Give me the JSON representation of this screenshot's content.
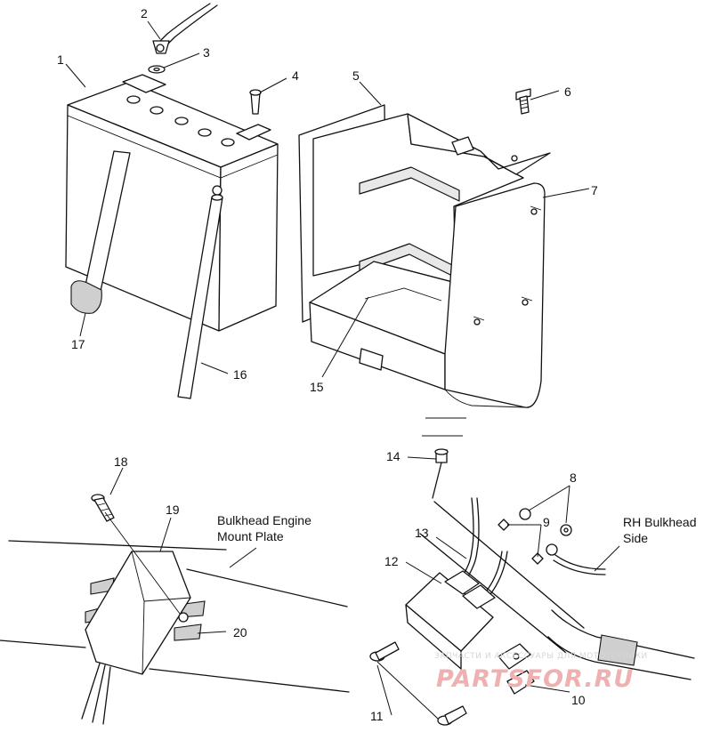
{
  "callouts": {
    "c1": "1",
    "c2": "2",
    "c3": "3",
    "c4": "4",
    "c5": "5",
    "c6": "6",
    "c7": "7",
    "c8": "8",
    "c9": "9",
    "c10": "10",
    "c11": "11",
    "c12": "12",
    "c13": "13",
    "c14": "14",
    "c15": "15",
    "c16": "16",
    "c17": "17",
    "c18": "18",
    "c19": "19",
    "c20": "20"
  },
  "captions": {
    "bulkhead_line1": "Bulkhead Engine",
    "bulkhead_line2": "Mount Plate",
    "rh_line1": "RH Bulkhead",
    "rh_line2": "Side"
  },
  "watermark": {
    "top": "ЗАПЧАСТИ И АКСЕССУАРЫ ДЛЯ МОТОТЕХНИКИ",
    "main": "PARTSFOR.RU"
  }
}
